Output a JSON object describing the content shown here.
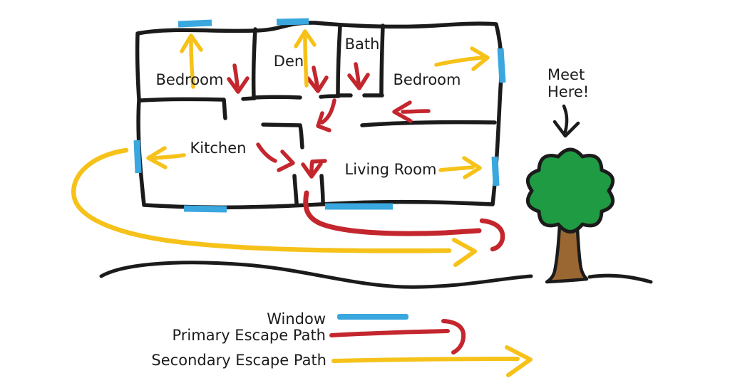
{
  "rooms": {
    "bedroom_left": "Bedroom",
    "den": "Den",
    "bath": "Bath",
    "bedroom_right": "Bedroom",
    "kitchen": "Kitchen",
    "living_room": "Living Room"
  },
  "meet_point": {
    "line1": "Meet",
    "line2": "Here!"
  },
  "legend": {
    "window": "Window",
    "primary": "Primary Escape Path",
    "secondary": "Secondary Escape Path"
  },
  "colors": {
    "wall": "#1b1b1b",
    "window": "#3aa7df",
    "primary": "#c4262e",
    "secondary": "#f6c21a",
    "tree_green": "#1f9b43",
    "tree_trunk": "#9a6733",
    "text": "#1c1c1c"
  }
}
